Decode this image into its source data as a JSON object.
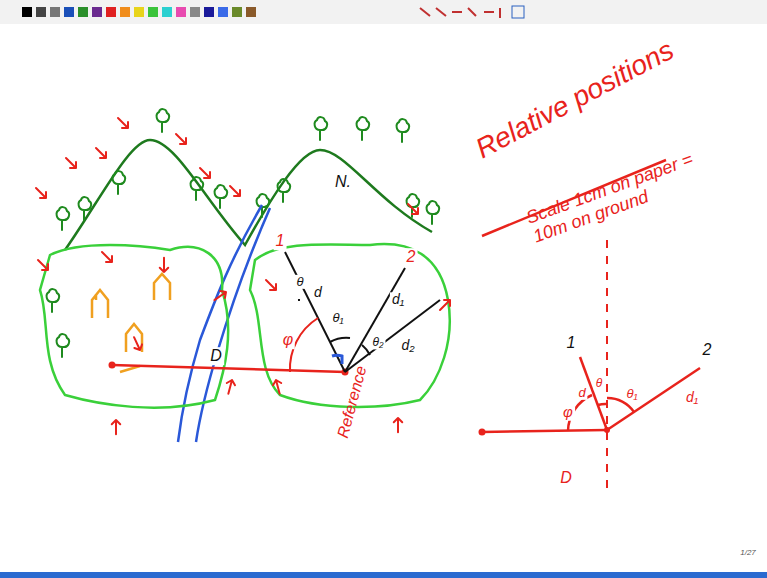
{
  "diagram": {
    "title": "Relative positions",
    "labels": [
      "N.",
      "1",
      "2",
      "θ",
      "θ₁",
      "θ₂",
      "d",
      "d₁",
      "d₂",
      "φ",
      "D",
      "Reference",
      "Scale 1cm on paper = 10m on ground",
      "1",
      "2",
      "θ",
      "θ₁",
      "φ",
      "d",
      "d₁",
      "D",
      "1/27"
    ]
  }
}
